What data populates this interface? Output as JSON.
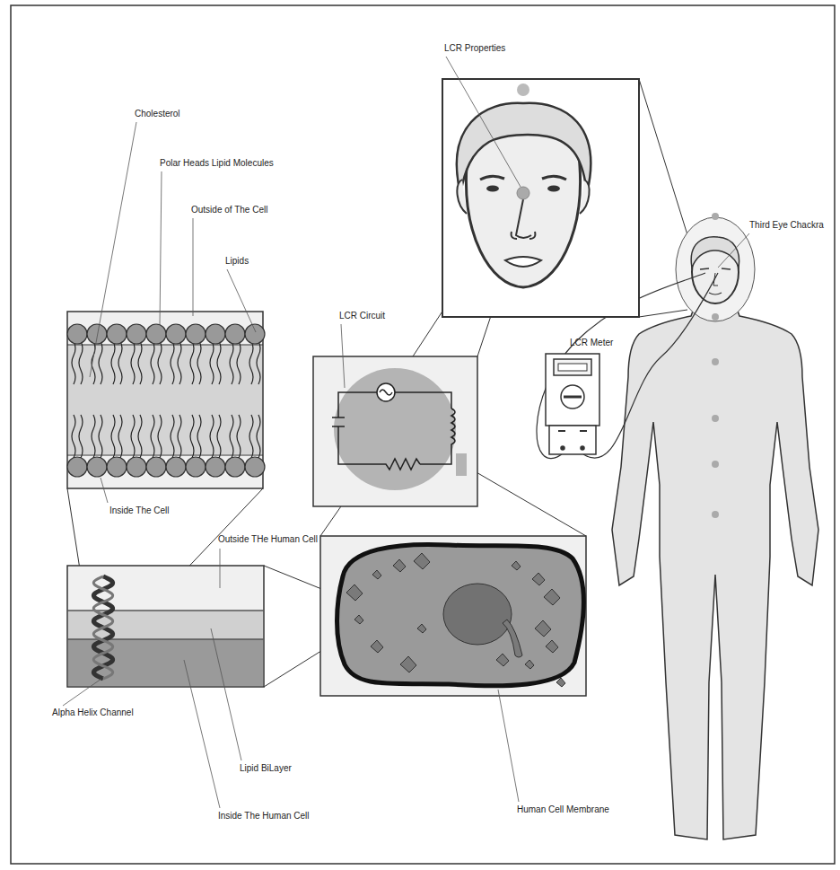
{
  "diagram": {
    "labels": [
      "LCR Properties",
      "Third Eye Chackra",
      "Cholesterol",
      "Polar Heads Lipid Molecules",
      "Outside of The Cell",
      "Lipids",
      "LCR Circuit",
      "LCR Meter",
      "Inside The Cell",
      "Outside THe Human Cell",
      "Alpha Helix Channel",
      "Lipid BiLayer",
      "Inside The Human Cell",
      "Human Cell Membrane"
    ]
  }
}
